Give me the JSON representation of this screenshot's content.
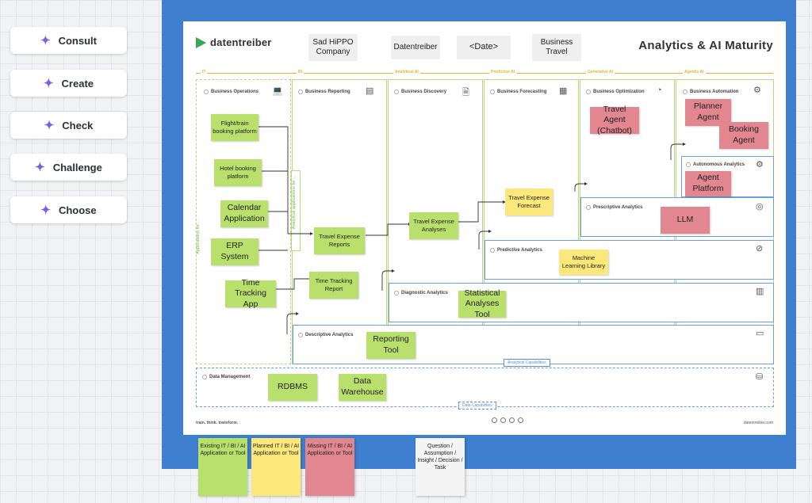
{
  "sidebar": {
    "buttons": [
      {
        "label": "Consult",
        "icon": "sparkle-icon"
      },
      {
        "label": "Create",
        "icon": "sparkle-icon"
      },
      {
        "label": "Check",
        "icon": "sparkle-icon"
      },
      {
        "label": "Challenge",
        "icon": "sparkle-icon"
      },
      {
        "label": "Choose",
        "icon": "sparkle-icon"
      }
    ],
    "accent": "#7b5cf0"
  },
  "colors": {
    "frame": "#3f7fd0",
    "green": "#b9e06d",
    "yellow": "#fbe77a",
    "red": "#e2878f",
    "blue_box": "#6a9ee0"
  },
  "header": {
    "logo": "datentreiber",
    "cards": [
      "Sad HiPPO Company",
      "Datentreiber",
      "<Date>",
      "Business Travel"
    ],
    "title": "Analytics & AI Maturity"
  },
  "stages": [
    "IT",
    "BI",
    "Analytical AI",
    "Predictive AI",
    "Generative AI",
    "Agentic AI"
  ],
  "sections": {
    "business_operations": "Business Operations",
    "business_reporting": "Business Reporting",
    "business_discovery": "Business Discovery",
    "business_forecasting": "Business Forecasting",
    "business_optimization": "Business Optimization",
    "business_automation": "Business Automation",
    "autonomous_analytics": "Autonomous Analytics",
    "prescriptive_analytics": "Prescriptive Analytics",
    "predictive_analytics": "Predictive Analytics",
    "diagnostic_analytics": "Diagnostic Analytics",
    "descriptive_analytics": "Descriptive Analytics",
    "analytical_capabilities": "Analytical Capabilities",
    "data_management": "Data Management",
    "data_capabilities": "Data Capabilities",
    "applications_for": "Applications for ...",
    "analytical_applications_for": "Analytical applications for ..."
  },
  "stickies": {
    "flight_train": "Flight/train booking platform",
    "hotel_booking": "Hotel booking platform",
    "calendar": "Calendar Application",
    "erp": "ERP System",
    "time_tracking_app": "Time Tracking App",
    "travel_expense_reports": "Travel Expense Reports",
    "time_tracking_report": "Time Tracking Report",
    "travel_expense_analyses": "Travel Expense Analyses",
    "travel_expense_forecast": "Travel Expense Forecast",
    "travel_agent": "Travel Agent (Chatbot)",
    "planner_agent": "Planner Agent",
    "booking_agent": "Booking Agent",
    "agent_platform": "Agent Platform",
    "llm": "LLM",
    "ml_library": "Machine Learning Library",
    "statistical_tool": "Statistical Analyses Tool",
    "reporting_tool": "Reporting Tool",
    "rdbms": "RDBMS",
    "data_warehouse": "Data Warehouse"
  },
  "footer": {
    "slogan": "train. think. transform.",
    "url": "datentreiber.com"
  },
  "legend": [
    "Existing IT / BI / AI Application or Tool",
    "Planned IT / BI / AI Application or Tool",
    "Missing IT / BI / AI Application or Tool",
    "Question / Assumption / Insight / Decision / Task"
  ]
}
